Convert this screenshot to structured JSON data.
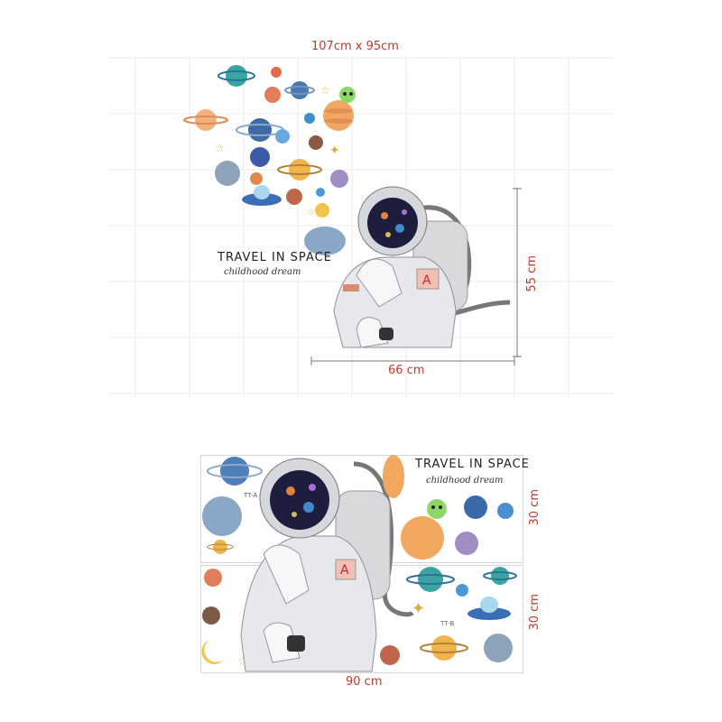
{
  "top": {
    "overall_size": "107cm x 95cm",
    "height_label": "55 cm",
    "width_label": "66 cm",
    "title": "TRAVEL IN SPACE",
    "subtitle": "childhood dream"
  },
  "bottom": {
    "title": "TRAVEL IN SPACE",
    "subtitle": "childhood dream",
    "sheet_a_label": "TT-A",
    "sheet_b_label": "TT-B",
    "sheet_a_height": "30 cm",
    "sheet_b_height": "30 cm",
    "width_label": "90 cm",
    "badge_letter": "A"
  },
  "colors": {
    "dimension": "#c0392b",
    "grid": "#ececec"
  }
}
